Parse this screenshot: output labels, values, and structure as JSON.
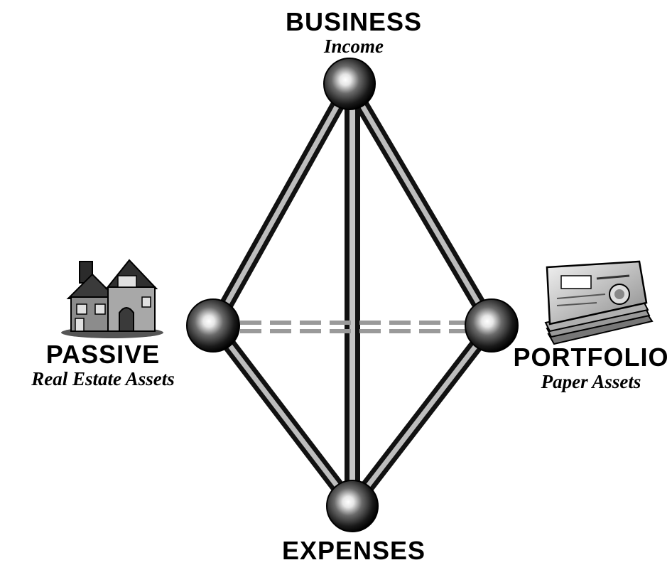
{
  "nodes": {
    "business": {
      "title": "BUSINESS",
      "subtitle": "Income"
    },
    "passive": {
      "title": "PASSIVE",
      "subtitle": "Real Estate Assets"
    },
    "portfolio": {
      "title": "PORTFOLIO",
      "subtitle": "Paper Assets"
    },
    "expenses": {
      "title": "EXPENSES"
    }
  },
  "colors": {
    "rod_dark": "#1a1a1a",
    "rod_light": "#d8d8d8",
    "dash": "#9a9a9a",
    "sphere_highlight": "#ffffff",
    "sphere_shadow": "#000000"
  },
  "icons": {
    "passive": "house-icon",
    "portfolio": "paper-money-stack-icon"
  }
}
